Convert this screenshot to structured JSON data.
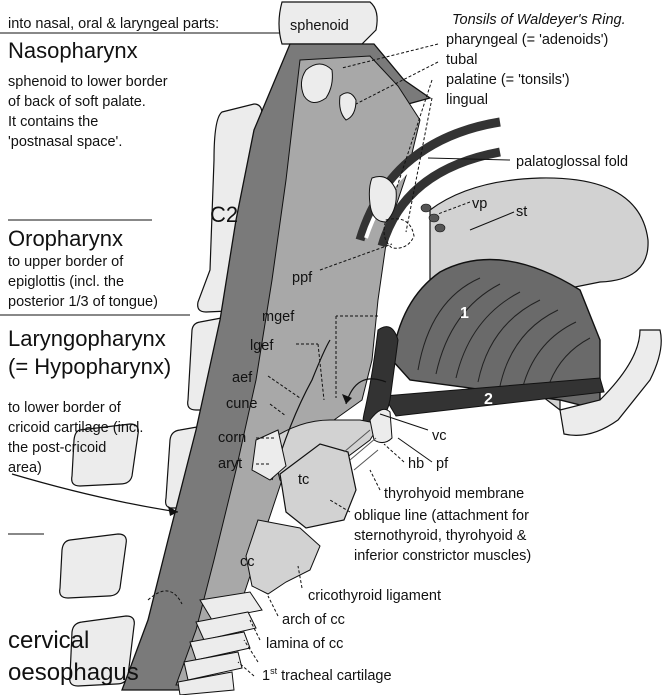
{
  "intro": {
    "line1": "into nasal, oral & laryngeal parts:"
  },
  "sections": {
    "nasopharynx": {
      "title": "Nasopharynx",
      "line1": "sphenoid to lower border",
      "line2": "of back of soft palate.",
      "line3": "It contains the",
      "line4": "'postnasal space'."
    },
    "oropharynx": {
      "title": "Oropharynx",
      "line1": "to upper border of",
      "line2": "epiglottis (incl. the",
      "line3": "posterior 1/3 of tongue)"
    },
    "laryngopharynx": {
      "title1": "Laryngopharynx",
      "title2": "(= Hypopharynx)",
      "line1": "to lower border of",
      "line2": "cricoid cartilage (incl.",
      "line3": "the post-cricoid",
      "line4": "area)"
    },
    "oesophagus": {
      "line1": "cervical",
      "line2": "oesophagus"
    }
  },
  "tonsils": {
    "heading": "Tonsils of Waldeyer's Ring.",
    "pharyngeal": "pharyngeal (= 'adenoids')",
    "tubal": "tubal",
    "palatine": "palatine (= 'tonsils')",
    "lingual": "lingual"
  },
  "labels": {
    "sphenoid": "sphenoid",
    "c2": "C2",
    "palatoglossal": "palatoglossal fold",
    "vp": "vp",
    "st": "st",
    "ppf": "ppf",
    "mgef": "mgef",
    "lgef": "lgef",
    "aef": "aef",
    "cune": "cune",
    "corn": "corn",
    "aryt": "aryt",
    "one": "1",
    "two": "2",
    "vc": "vc",
    "hb": "hb",
    "pf": "pf",
    "tc": "tc",
    "cc": "cc",
    "thyrohyoid": "thyrohyoid membrane",
    "oblique1": "oblique line (attachment for",
    "oblique2": "sternothyroid, thyrohyoid &",
    "oblique3": "inferior constrictor muscles)",
    "cricothyroid": "cricothyroid ligament",
    "arch": "arch of cc",
    "lamina": "lamina of cc",
    "tracheal_sup": "st",
    "tracheal_rest": " tracheal cartilage",
    "tracheal_num": "1"
  },
  "colors": {
    "wall_dark": "#7a7a7a",
    "lumen_mid": "#a8a8a8",
    "tissue_light": "#d2d2d2",
    "pale": "#ececec",
    "darkest": "#333333",
    "tongue_dark": "#6a6a6a"
  }
}
